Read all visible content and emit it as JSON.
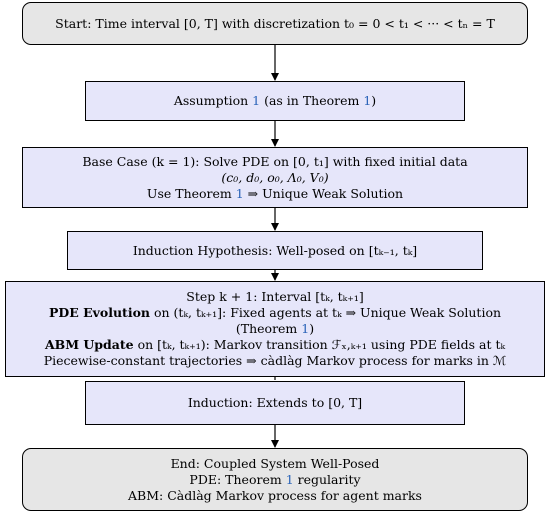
{
  "start": {
    "label": "Start: Time interval [0, T] with discretization t₀ = 0 < t₁ < ··· < tₙ = T"
  },
  "assumption": {
    "pre": "Assumption ",
    "ref1": "1",
    "mid": " (as in Theorem ",
    "ref2": "1",
    "post": ")"
  },
  "base_case": {
    "line1": "Base Case (k = 1): Solve PDE on [0, t₁] with fixed initial data",
    "line2": "(c₀, d₀, o₀, Λ₀, V₀)",
    "line3_pre": "Use Theorem ",
    "line3_ref": "1",
    "line3_post": " ⇒ Unique Weak Solution"
  },
  "induction_hypothesis": {
    "label": "Induction Hypothesis: Well-posed on [tₖ₋₁, tₖ]"
  },
  "step": {
    "line1": "Step k + 1: Interval [tₖ, tₖ₊₁]",
    "pde_bold": "PDE Evolution",
    "pde_rest": " on (tₖ, tₖ₊₁]: Fixed agents at tₖ  ⇒ Unique Weak Solution",
    "theorem_pre": "(Theorem ",
    "theorem_ref": "1",
    "theorem_post": ")",
    "abm_bold": "ABM Update",
    "abm_rest": " on [tₖ, tₖ₊₁): Markov transition ℱₓ,ₖ₊₁ using PDE fields at tₖ",
    "line5": "Piecewise-constant trajectories ⇒ càdlàg Markov process for marks in ℳ"
  },
  "induction": {
    "label": "Induction: Extends to [0, T]"
  },
  "end": {
    "line1": "End: Coupled System Well-Posed",
    "line2_pre": "PDE: Theorem ",
    "line2_ref": "1",
    "line2_post": " regularity",
    "line3": "ABM: Càdlàg Markov process for agent marks"
  }
}
